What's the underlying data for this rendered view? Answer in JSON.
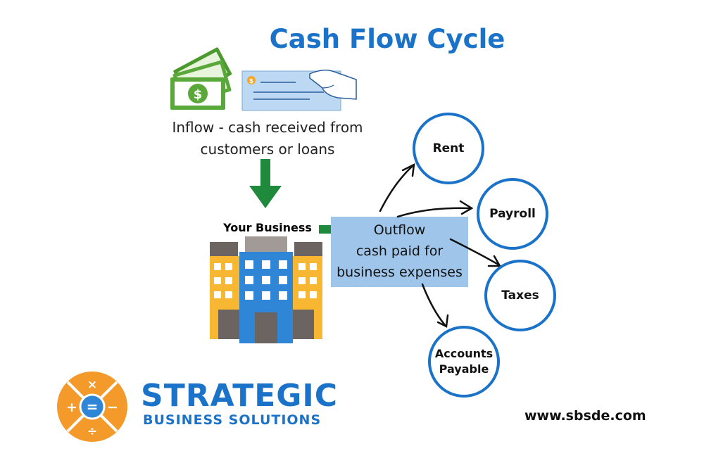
{
  "title": "Cash Flow Cycle",
  "inflow": {
    "line1": "Inflow - cash received from",
    "line2": "customers or loans"
  },
  "business_label": "Your Business",
  "outflow": {
    "line1": "Outflow",
    "line2": "cash paid for",
    "line3": "business expenses"
  },
  "expenses": {
    "rent": "Rent",
    "payroll": "Payroll",
    "taxes": "Taxes",
    "accounts_line1": "Accounts",
    "accounts_line2": "Payable"
  },
  "logo": {
    "name": "STRATEGIC",
    "sub": "BUSINESS SOLUTIONS",
    "symbols": {
      "times": "×",
      "plus": "+",
      "minus": "−",
      "divide": "÷",
      "equals": "="
    }
  },
  "website": "www.sbsde.com",
  "colors": {
    "accent_blue": "#1a73c8",
    "arrow_green": "#1f8a3c",
    "outflow_box": "#9fc6ea",
    "logo_orange": "#f39a2b",
    "building_yellow": "#f7b733",
    "building_blue": "#2f86d6",
    "cash_green": "#5aa83a"
  }
}
